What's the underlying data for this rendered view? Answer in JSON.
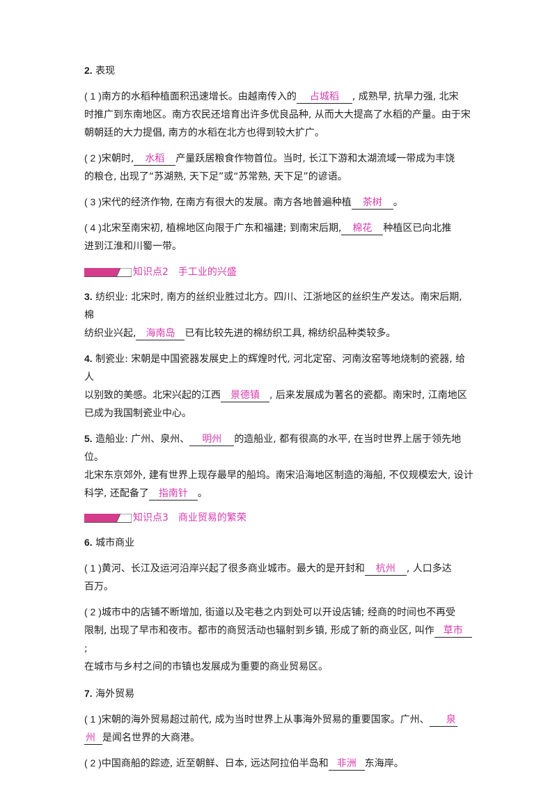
{
  "s2": {
    "heading_num": "2.",
    "heading_text": " 表现",
    "i1": {
      "num": "( 1 )",
      "a": "南方的水稻种植面积迅速增长。由越南传入的",
      "ans": "占城稻",
      "b": ", 成熟早, 抗旱力强, 北宋",
      "c": "时推广到东南地区。南方农民还培育出许多优良品种, 从而大大提高了水稻的产量。由于宋",
      "d": "朝朝廷的大力提倡, 南方的水稻在北方也得到较大扩广。"
    },
    "i2": {
      "num": "( 2 )",
      "a": "宋朝时,",
      "ans": "水稻",
      "b": "产量跃居粮食作物首位。当时, 长江下游和太湖流域一带成为丰饶",
      "c": "的粮仓, 出现了“苏湖熟, 天下足”或“苏常熟, 天下足”的谚语。"
    },
    "i3": {
      "num": "( 3 )",
      "a": "宋代的经济作物, 在南方有很大的发展。南方各地普遍种植",
      "ans": "茶树",
      "b": "。"
    },
    "i4": {
      "num": "( 4 )",
      "a": "北宋至南宋初, 植棉地区向限于广东和福建; 到南宋后期,",
      "ans": "棉花",
      "b": "种植区已向北推",
      "c": "进到江淮和川蜀一带。"
    }
  },
  "kp2": "知识点2　手工业的兴盛",
  "s3": {
    "num": "3.",
    "a": " 纺织业: 北宋时, 南方的丝织业胜过北方。四川、江浙地区的丝织生产发达。南宋后期, 棉",
    "b": "纺织业兴起,",
    "ans": "海南岛",
    "c": "已有比较先进的棉纺织工具, 棉纺织品种类较多。"
  },
  "s4": {
    "num": "4.",
    "a": " 制瓷业: 宋朝是中国瓷器发展史上的辉煌时代, 河北定窑、河南汝窑等地烧制的瓷器, 给人",
    "b": "以别致的美感。北宋兴起的江西",
    "ans": "景德镇",
    "c": ", 后来发展成为著名的瓷都。南宋时, 江南地区",
    "d": "已成为我国制瓷业中心。"
  },
  "s5": {
    "num": "5.",
    "a": " 造船业: 广州、泉州、",
    "ans1": "明州",
    "b": "的造船业, 都有很高的水平, 在当时世界上居于领先地位。",
    "c": "北宋东京郊外, 建有世界上现存最早的船坞。南宋沿海地区制造的海船, 不仅规模宏大, 设计",
    "d": "科学, 还配备了",
    "ans2": "指南针",
    "e": "。"
  },
  "kp3": "知识点3　商业贸易的繁荣",
  "s6": {
    "heading_num": "6.",
    "heading_text": " 城市商业",
    "i1": {
      "num": "( 1 )",
      "a": "黄河、长江及运河沿岸兴起了很多商业城市。最大的是开封和",
      "ans": "杭州",
      "b": ", 人口多达",
      "c": "百万。"
    },
    "i2": {
      "num": "( 2 )",
      "a": "城市中的店铺不断增加, 街道以及宅巷之内到处可以开设店铺; 经商的时间也不再受",
      "b": "限制, 出现了早市和夜市。都市的商贸活动也辐射到乡镇, 形成了新的商业区, 叫作",
      "ans": "草市",
      "c": ";",
      "d": "在城市与乡村之间的市镇也发展成为重要的商业贸易区。"
    }
  },
  "s7": {
    "heading_num": "7.",
    "heading_text": " 海外贸易",
    "i1": {
      "num": "( 1 )",
      "a": "宋朝的海外贸易超过前代, 成为当时世界上从事海外贸易的重要国家。广州、",
      "ans_a": "泉",
      "ans_b": "州",
      "b": "是闻名世界的大商港。"
    },
    "i2": {
      "num": "( 2 )",
      "a": "中国商船的踪迹, 近至朝鲜、日本, 远达阿拉伯半岛和",
      "ans": "非洲",
      "b": "东海岸。"
    }
  }
}
